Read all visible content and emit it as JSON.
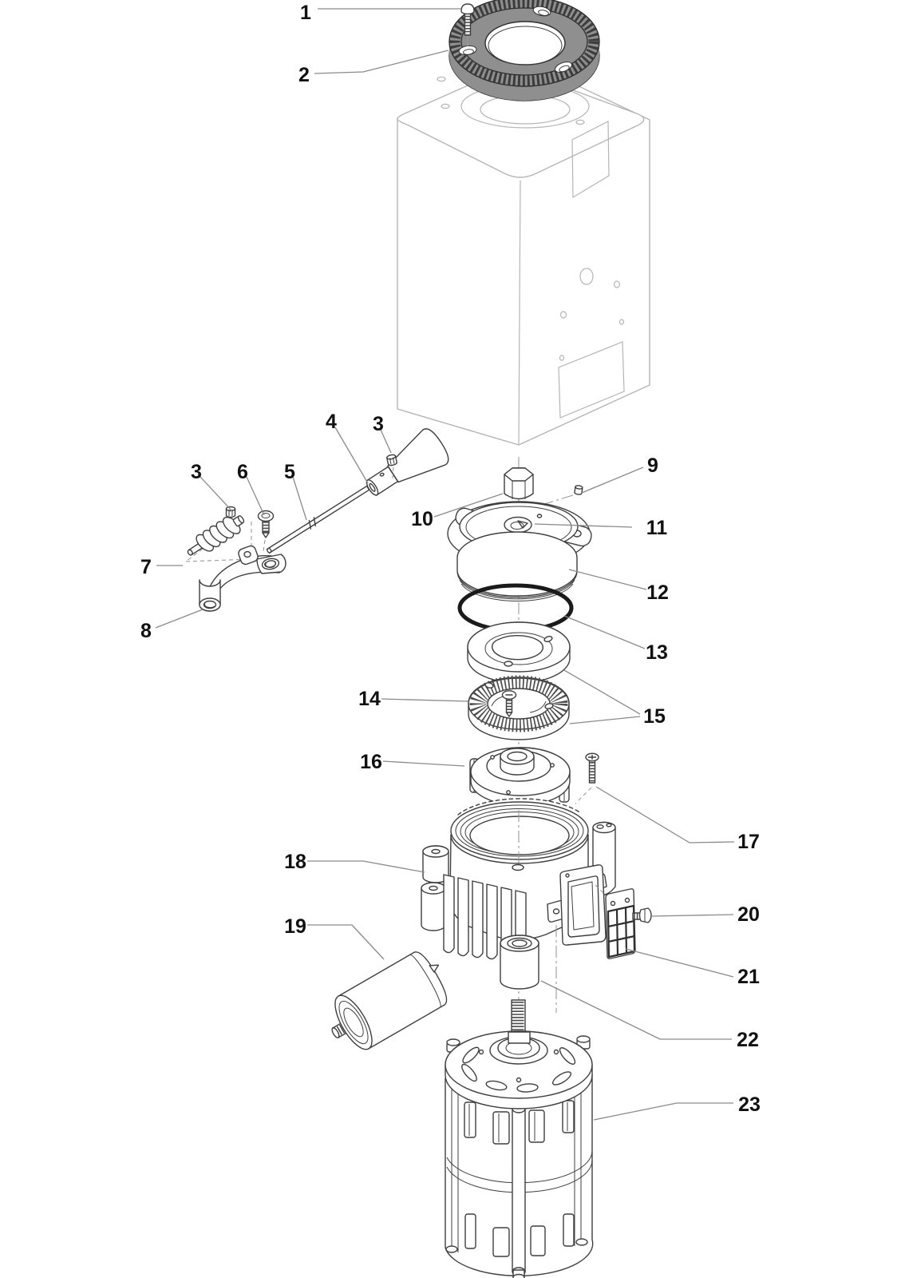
{
  "figure": {
    "kind": "exploded-parts-diagram",
    "subject": "coffee grinder assembly"
  },
  "colors": {
    "background": "#ffffff",
    "line": "#3f3f3f",
    "light_line": "#b5b5b5",
    "leader_line": "#8a8a8a",
    "gear_fill": "#8f8f8f",
    "oring": "#1a1a1a",
    "label_text": "#111111"
  },
  "callouts": {
    "c1": "1",
    "c2": "2",
    "c3a": "3",
    "c3b": "3",
    "c4": "4",
    "c5": "5",
    "c6": "6",
    "c7": "7",
    "c8": "8",
    "c9": "9",
    "c10": "10",
    "c11": "11",
    "c12": "12",
    "c13": "13",
    "c14": "14",
    "c15": "15",
    "c16": "16",
    "c17": "17",
    "c18": "18",
    "c19": "19",
    "c20": "20",
    "c21": "21",
    "c22": "22",
    "c23": "23"
  }
}
